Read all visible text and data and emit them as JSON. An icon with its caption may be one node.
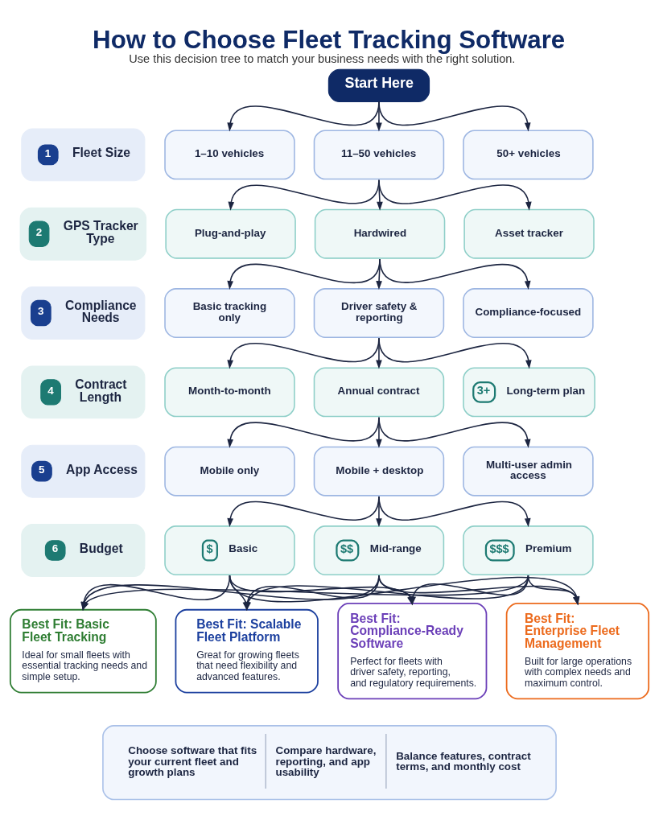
{
  "diagram": {
    "title": "How to Choose Fleet Tracking Software",
    "caption": "Use this decision tree to match your business needs with the right solution.",
    "nodes": [
      {
        "text": [
          "Start Here"
        ]
      },
      {
        "text": [
          "1",
          "Fleet Size"
        ]
      },
      {
        "text": [
          "1–10 vehicles"
        ]
      },
      {
        "text": [
          "11–50 vehicles"
        ]
      },
      {
        "text": [
          "50+ vehicles"
        ]
      },
      {
        "text": [
          "2",
          "GPS Tracker Type"
        ]
      },
      {
        "text": [
          "Plug-and-play"
        ]
      },
      {
        "text": [
          "Hardwired"
        ]
      },
      {
        "text": [
          "Asset tracker"
        ]
      },
      {
        "text": [
          "3",
          "Compliance Needs"
        ]
      },
      {
        "text": [
          "Basic tracking only"
        ]
      },
      {
        "text": [
          "Driver safety & reporting"
        ]
      },
      {
        "text": [
          "Compliance-focused"
        ]
      },
      {
        "text": [
          "4",
          "Contract Length"
        ]
      },
      {
        "text": [
          "Month-to-month"
        ]
      },
      {
        "text": [
          "Annual contract"
        ]
      },
      {
        "text": [
          "3+",
          "Long-term plan"
        ]
      },
      {
        "text": [
          "5",
          "App Access"
        ]
      },
      {
        "text": [
          "Mobile only"
        ]
      },
      {
        "text": [
          "Mobile + desktop"
        ]
      },
      {
        "text": [
          "Multi-user admin access"
        ]
      },
      {
        "text": [
          "6",
          "Budget"
        ]
      },
      {
        "text": [
          "$",
          "Basic"
        ]
      },
      {
        "text": [
          "$$",
          "Mid-range"
        ]
      },
      {
        "text": [
          "$$$",
          "Premium"
        ]
      },
      {
        "text": [
          "Best Fit: Basic Fleet Tracking",
          "Ideal for small fleets with essential tracking needs and simple setup."
        ]
      },
      {
        "text": [
          "Best Fit: Scalable Fleet Platform",
          "Great for growing fleets that need flexibility and advanced features."
        ]
      },
      {
        "text": [
          "Best Fit: Compliance-Ready Software",
          "Perfect for fleets with driver safety, reporting, and regulatory requirements."
        ]
      },
      {
        "text": [
          "Best Fit: Enterprise Fleet Management",
          "Built for large operations with complex needs and maximum control."
        ]
      },
      {
        "text": [
          "Choose software that fits your current fleet and growth plans",
          "Compare hardware, reporting, and app usability",
          "Balance features, contract terms, and monthly cost"
        ]
      }
    ],
    "edges": [
      {
        "from": 0,
        "to": 2,
        "arrow": "to"
      },
      {
        "from": 0,
        "to": 3,
        "arrow": "to"
      },
      {
        "from": 0,
        "to": 4,
        "arrow": "to"
      },
      {
        "from": 3,
        "to": 6,
        "arrow": "to"
      },
      {
        "from": 3,
        "to": 7,
        "arrow": "to"
      },
      {
        "from": 3,
        "to": 8,
        "arrow": "to"
      },
      {
        "from": 7,
        "to": 10,
        "arrow": "to"
      },
      {
        "from": 7,
        "to": 11,
        "arrow": "to"
      },
      {
        "from": 7,
        "to": 12,
        "arrow": "to"
      },
      {
        "from": 11,
        "to": 14,
        "arrow": "to"
      },
      {
        "from": 11,
        "to": 15,
        "arrow": "to"
      },
      {
        "from": 11,
        "to": 16,
        "arrow": "to"
      },
      {
        "from": 15,
        "to": 18,
        "arrow": "to"
      },
      {
        "from": 15,
        "to": 19,
        "arrow": "to"
      },
      {
        "from": 15,
        "to": 20,
        "arrow": "to"
      },
      {
        "from": 19,
        "to": 22,
        "arrow": "to"
      },
      {
        "from": 19,
        "to": 23,
        "arrow": "to"
      },
      {
        "from": 19,
        "to": 24,
        "arrow": "to"
      },
      {
        "from": 22,
        "to": 25,
        "arrow": "to"
      },
      {
        "from": 22,
        "to": 26,
        "arrow": "to"
      },
      {
        "from": 22,
        "to": 27,
        "arrow": "to"
      },
      {
        "from": 22,
        "to": 28,
        "arrow": "to"
      },
      {
        "from": 23,
        "to": 25,
        "arrow": "to"
      },
      {
        "from": 23,
        "to": 26,
        "arrow": "to"
      },
      {
        "from": 23,
        "to": 27,
        "arrow": "to"
      },
      {
        "from": 23,
        "to": 28,
        "arrow": "to"
      },
      {
        "from": 24,
        "to": 25,
        "arrow": "to"
      },
      {
        "from": 24,
        "to": 26,
        "arrow": "to"
      },
      {
        "from": 24,
        "to": 27,
        "arrow": "to"
      },
      {
        "from": 24,
        "to": 28,
        "arrow": "to"
      }
    ]
  }
}
